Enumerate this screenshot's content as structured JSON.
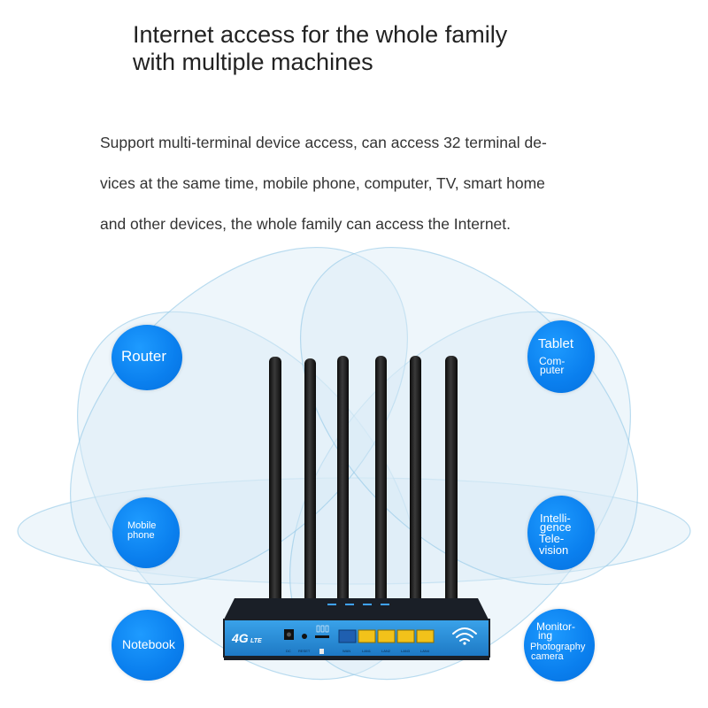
{
  "title": {
    "line1": "Internet access for the whole family",
    "line2": "with multiple machines"
  },
  "description": {
    "line1": "Support multi-terminal device access, can access 32 terminal de-",
    "line2": "vices at the same time, mobile phone, computer, TV, smart home",
    "line3": "and other devices, the whole family can access the Internet."
  },
  "devices": {
    "router": "Router",
    "tablet": "Tablet",
    "computer_1": "Com-",
    "computer_2": "puter",
    "mobile_1": "Mobile",
    "mobile_2": "phone",
    "intelligence_1": "Intelli-",
    "intelligence_2": "gence",
    "intelligence_3": "Tele-",
    "intelligence_4": "vision",
    "notebook": "Notebook",
    "monitoring_1": "Monitor-",
    "monitoring_2": "ing",
    "monitoring_3": "Photography",
    "monitoring_4": "camera"
  },
  "router_labels": {
    "logo_main": "4G",
    "logo_sub": "LTE",
    "dc": "DC",
    "reset": "RESET",
    "wan": "WAN",
    "lan1": "LAN1",
    "lan2": "LAN2",
    "lan3": "LAN3",
    "lan4": "LAN4"
  },
  "colors": {
    "bubble": "#0a7fee",
    "router_body": "#2f8fd6",
    "lan_port": "#f2c21a",
    "wan_port": "#1f5fb0"
  },
  "icons": [
    "wifi-icon",
    "antenna-icon"
  ]
}
